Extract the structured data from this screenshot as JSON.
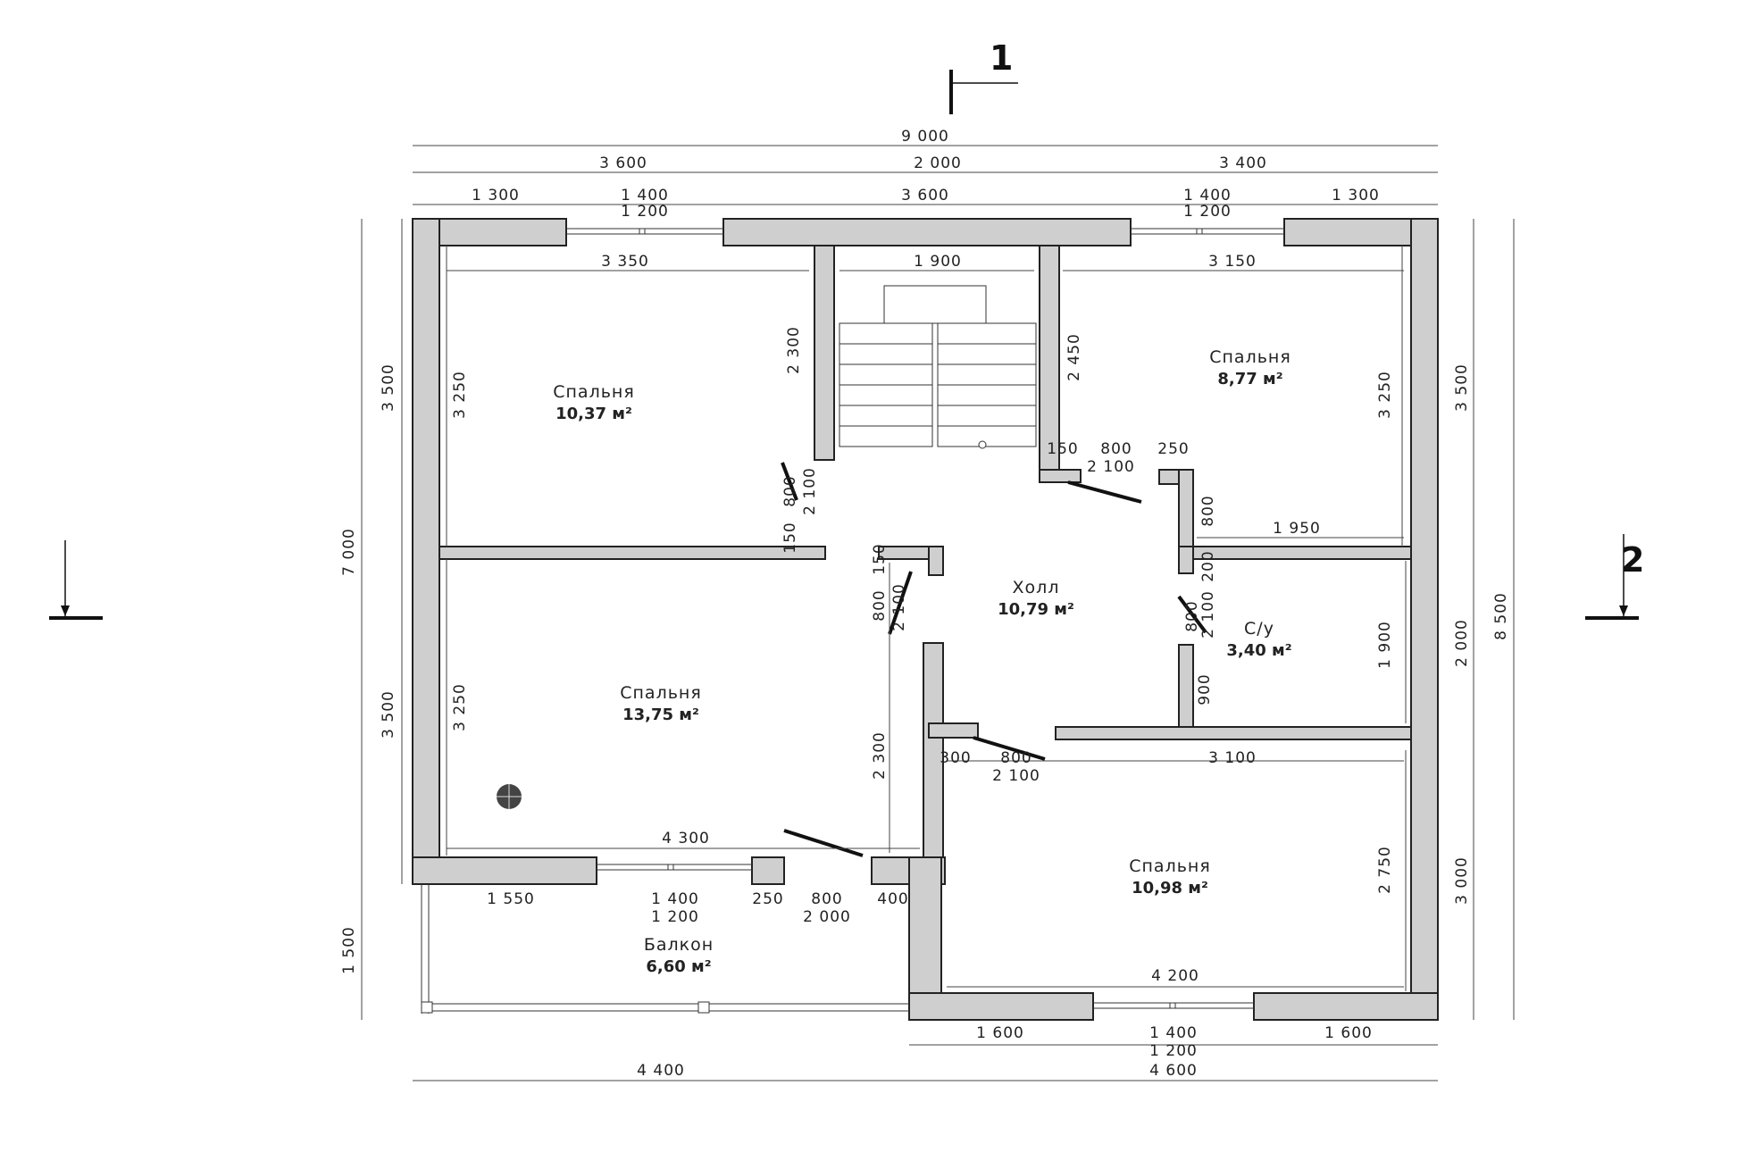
{
  "section_marks": {
    "top": "1",
    "right": "2"
  },
  "rooms": {
    "bed_nw": {
      "name": "Спальня",
      "area": "10,37 м²"
    },
    "bed_ne": {
      "name": "Спальня",
      "area": "8,77 м²"
    },
    "bed_w": {
      "name": "Спальня",
      "area": "13,75 м²"
    },
    "bed_se": {
      "name": "Спальня",
      "area": "10,98 м²"
    },
    "hall": {
      "name": "Холл",
      "area": "10,79 м²"
    },
    "wc": {
      "name": "С/у",
      "area": "3,40 м²"
    },
    "balcony": {
      "name": "Балкон",
      "area": "6,60 м²"
    }
  },
  "dims": {
    "top_total": "9 000",
    "top_l": "3 600",
    "top_m": "2 000",
    "top_r": "3 400",
    "t3_a": "1 300",
    "t3_b": "1 400",
    "t3_c": "3 600",
    "t3_d": "1 400",
    "t3_e": "1 300",
    "win_top_l": "1 200",
    "win_top_r": "1 200",
    "in_nw_w": "3 350",
    "in_stair_w": "1 900",
    "in_ne_w": "3 150",
    "stair_h": "2 300",
    "ne_h": "2 450",
    "nw_h": "3 250",
    "ne_v": "3 250",
    "door_nw_h": "2 100",
    "door_nw_w": "800",
    "door_nw_o": "150",
    "door_ne_a": "150",
    "door_ne_b": "800",
    "door_ne_c": "250",
    "door_ne_h": "2 100",
    "hall_v800": "800",
    "wc_in_w": "1 950",
    "wc_200": "200",
    "wc_door_w": "800",
    "wc_door_h": "2 100",
    "wc_h": "1 900",
    "wc_900": "900",
    "w_door_o": "150",
    "w_door_w": "800",
    "w_door_h": "2 100",
    "w_h": "3 250",
    "w_v2300": "2 300",
    "w_in_w": "4 300",
    "se_a": "300",
    "se_b": "800",
    "se_c": "2 100",
    "se_w": "3 100",
    "se_h": "2 750",
    "se_in_w": "4 200",
    "bal_a": "1 550",
    "bal_b": "1 400",
    "bal_c": "250",
    "bal_d": "800",
    "bal_e": "400",
    "bal_win": "1 200",
    "bal_door": "2 000",
    "bot_a": "1 600",
    "bot_b": "1 400",
    "bot_c": "1 600",
    "bot_win": "1 200",
    "bot_l": "4 400",
    "bot_r": "4 600",
    "left_top": "3 500",
    "left_total": "7 000",
    "left_mid": "3 500",
    "left_bal": "1 500",
    "right_top": "3 500",
    "right_mid": "2 000",
    "right_bot": "3 000",
    "right_total": "8 500"
  }
}
